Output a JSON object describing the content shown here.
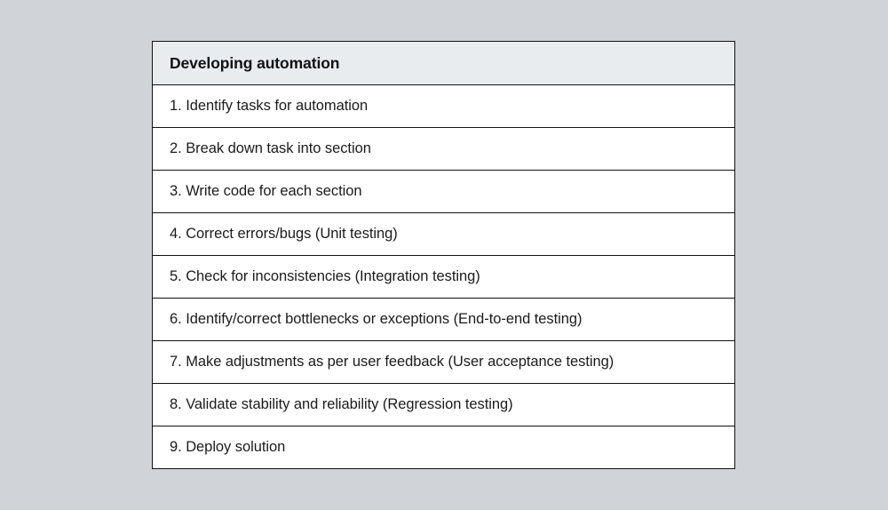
{
  "page": {
    "background_color": "#d0d4d9"
  },
  "table": {
    "name": "developing-automation-steps",
    "header": {
      "title": "Developing automation",
      "background_color": "#e8ecee",
      "text_color": "#111111"
    },
    "border_color": "#111111",
    "row_background_color": "#ffffff",
    "row_text_color": "#1b1b1b",
    "rows": [
      {
        "number": "1.",
        "text": "1. Identify tasks for automation"
      },
      {
        "number": "2.",
        "text": "2. Break down task into section"
      },
      {
        "number": "3.",
        "text": "3. Write code for each section"
      },
      {
        "number": "4.",
        "text": "4. Correct errors/bugs (Unit testing)"
      },
      {
        "number": "5.",
        "text": "5. Check for inconsistencies (Integration testing)"
      },
      {
        "number": "6.",
        "text": "6. Identify/correct bottlenecks or exceptions (End-to-end testing)"
      },
      {
        "number": "7.",
        "text": "7. Make adjustments as per user feedback (User acceptance testing)"
      },
      {
        "number": "8.",
        "text": "8. Validate stability and reliability (Regression testing)"
      },
      {
        "number": "9.",
        "text": "9. Deploy solution"
      }
    ]
  }
}
